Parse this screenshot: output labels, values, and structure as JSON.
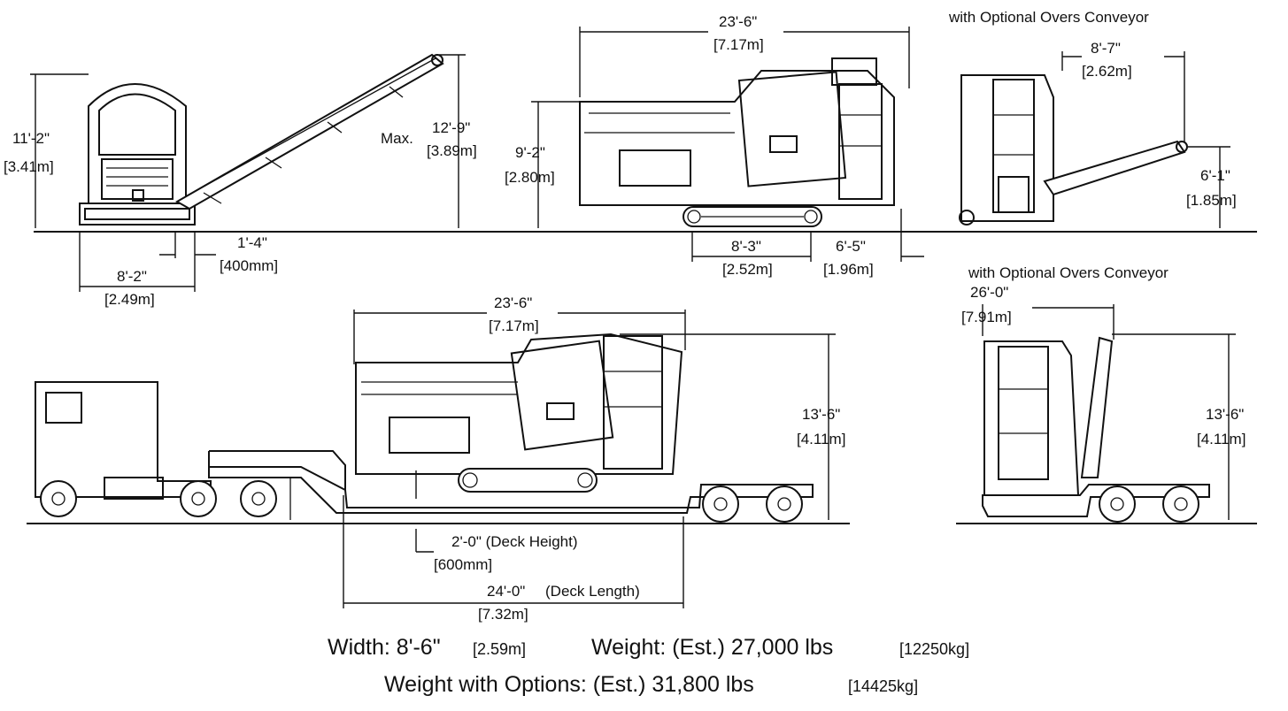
{
  "top_left": {
    "height": "11'-2\"",
    "height_m": "[3.41m]",
    "max_label": "Max.",
    "conv_height": "12'-9\"",
    "conv_height_m": "[3.89m]",
    "track_width": "8'-2\"",
    "track_width_m": "[2.49m]",
    "clearance": "1'-4\"",
    "clearance_mm": "[400mm]"
  },
  "top_mid": {
    "length": "23'-6\"",
    "length_m": "[7.17m]",
    "height": "9'-2\"",
    "height_m": "[2.80m]",
    "track_len": "8'-3\"",
    "track_len_m": "[2.52m]",
    "rear": "6'-5\"",
    "rear_m": "[1.96m]"
  },
  "top_right": {
    "caption": "with Optional Overs Conveyor",
    "reach": "8'-7\"",
    "reach_m": "[2.62m]",
    "height": "6'-1\"",
    "height_m": "[1.85m]"
  },
  "bottom_mid": {
    "length": "23'-6\"",
    "length_m": "[7.17m]",
    "height": "13'-6\"",
    "height_m": "[4.11m]",
    "deck_height": "2'-0\" (Deck Height)",
    "deck_height_mm": "[600mm]",
    "deck_length": "24'-0\"",
    "deck_length_label": "(Deck Length)",
    "deck_length_m": "[7.32m]"
  },
  "bottom_right": {
    "caption": "with Optional Overs Conveyor",
    "length": "26'-0\"",
    "length_m": "[7.91m]",
    "height": "13'-6\"",
    "height_m": "[4.11m]"
  },
  "footer": {
    "width_label": "Width: 8'-6\"",
    "width_m": "[2.59m]",
    "weight_label": "Weight: (Est.) 27,000 lbs",
    "weight_kg": "[12250kg]",
    "weight_opt_label": "Weight with Options: (Est.) 31,800 lbs",
    "weight_opt_kg": "[14425kg]"
  }
}
